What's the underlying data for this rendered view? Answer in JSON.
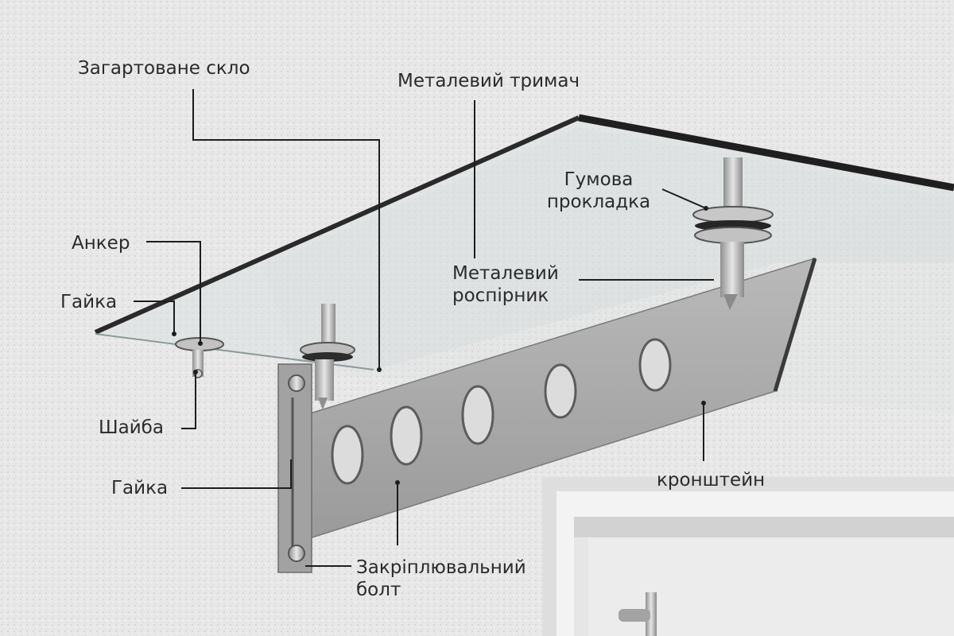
{
  "labels": {
    "tempered_glass": "Загартоване скло",
    "metal_holder": "Металевий тримач",
    "rubber_gasket": [
      "Гумова",
      "прокладка"
    ],
    "anchor": "Анкер",
    "nut_top": "Гайка",
    "metal_spacer": [
      "Металевий",
      "роспірник"
    ],
    "washer": "Шайба",
    "nut_bottom": "Гайка",
    "bracket": "кронштейн",
    "fixing_bolt": [
      "Закріплювальний",
      "болт"
    ]
  },
  "colors": {
    "wall": "#e9e9e9",
    "glass_edge": "#2a2a2a",
    "steel": "#a7a7a7",
    "leader": "#1e1e1e"
  }
}
